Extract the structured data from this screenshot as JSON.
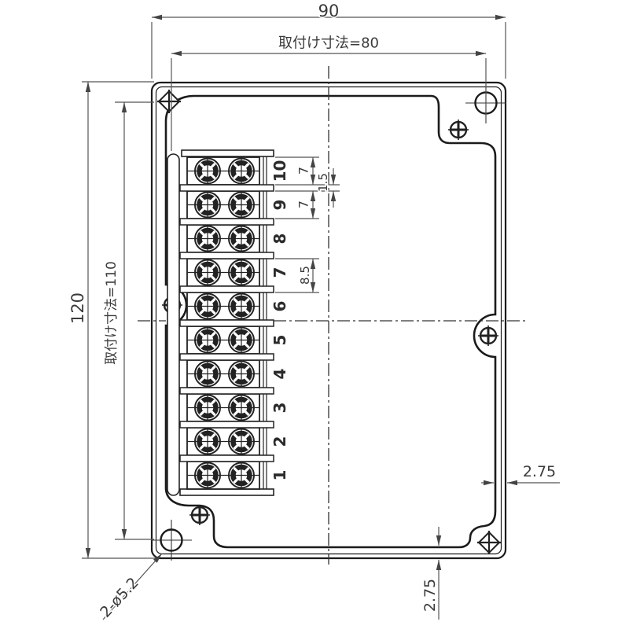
{
  "drawing": {
    "dimensions": {
      "overall_width": "90",
      "mounting_width": "取付け寸法=80",
      "overall_height": "120",
      "mounting_height": "取付け寸法=110",
      "terminal_width_upper": "7",
      "terminal_gap": "1.5",
      "terminal_width_lower": "7",
      "terminal_pitch": "8.5",
      "wall_thickness_right": "2.75",
      "wall_thickness_bottom": "2.75",
      "mounting_holes": "2-ø5.2"
    },
    "terminal_numbers": [
      "10",
      "9",
      "8",
      "7",
      "6",
      "5",
      "4",
      "3",
      "2",
      "1"
    ],
    "colors": {
      "line_main": "#1b1b1b",
      "line_dim": "#555555",
      "background": "#ffffff"
    }
  }
}
